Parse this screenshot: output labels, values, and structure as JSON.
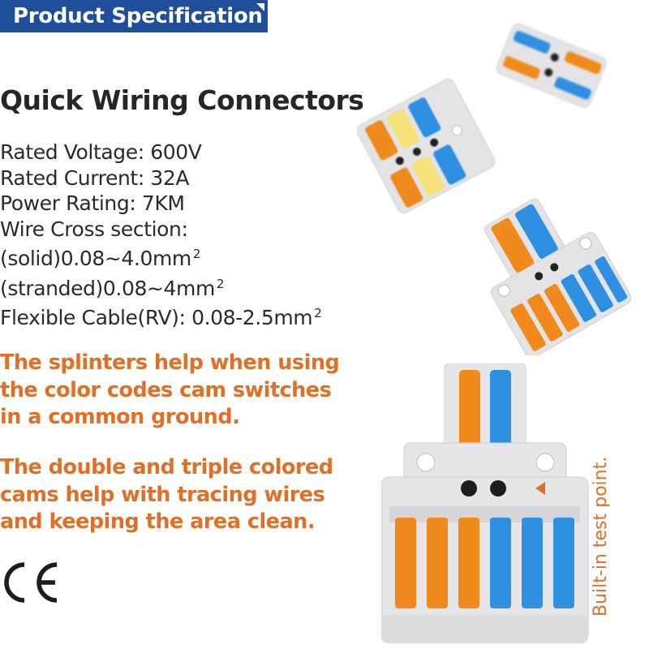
{
  "header": {
    "banner": "Product Specification"
  },
  "title": "Quick Wiring Connectors",
  "specs": {
    "rated_voltage": "Rated Voltage: 600V",
    "rated_current": "Rated Current: 32A",
    "power_rating": "Power Rating: 7KM",
    "wire_cross": "Wire Cross section:",
    "solid": "(solid)0.08~4.0mm",
    "stranded": "(stranded)0.08~4mm",
    "flexible": "Flexible Cable(RV): 0.08-2.5mm",
    "superscript": "2"
  },
  "notes": {
    "note1_line1": "The splinters help when using",
    "note1_line2": "the color codes cam switches",
    "note1_line3": "in a common ground.",
    "note2_line1": "The double and triple colored",
    "note2_line2": "cams help with tracing wires",
    "note2_line3": "and keeping the area clean."
  },
  "certification": "CE",
  "side_label": "Built-in test point.",
  "colors": {
    "banner": "#1f4e9a",
    "accent_orange": "#e16f25",
    "lever_orange": "#f08a1c",
    "lever_blue": "#2f8fe0",
    "lever_yellow": "#f6e27a",
    "housing": "#e4e4e6"
  },
  "icons": [
    "ce-mark-icon",
    "test-point-triangle-icon"
  ]
}
